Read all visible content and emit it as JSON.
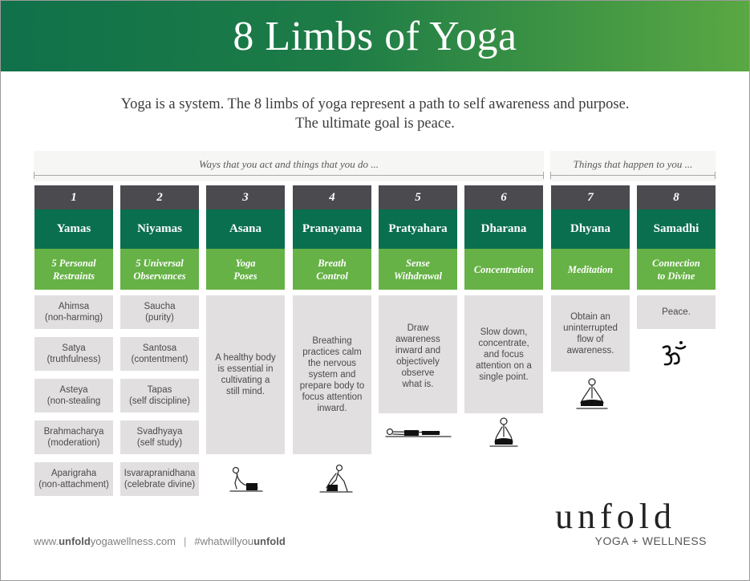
{
  "header": {
    "title": "8 Limbs of Yoga"
  },
  "intro": {
    "line1": "Yoga is a system. The 8 limbs of yoga represent a path to self awareness and purpose.",
    "line2": "The ultimate goal is peace."
  },
  "sections": {
    "act": "Ways that you act and things that you do ...",
    "happen": "Things that happen to you ..."
  },
  "limbs": [
    {
      "number": "1",
      "name": "Yamas",
      "subtitle": "5 Personal\nRestraints",
      "items": [
        "Ahimsa\n(non-harming)",
        "Satya\n(truthfulness)",
        "Asteya\n(non-stealing",
        "Brahmacharya\n(moderation)",
        "Aparigraha\n(non-attachment)"
      ]
    },
    {
      "number": "2",
      "name": "Niyamas",
      "subtitle": "5 Universal\nObservances",
      "items": [
        "Saucha\n(purity)",
        "Santosa\n(contentment)",
        "Tapas\n(self discipline)",
        "Svadhyaya\n(self study)",
        "Isvarapranidhana\n(celebrate divine)"
      ]
    },
    {
      "number": "3",
      "name": "Asana",
      "subtitle": "Yoga\nPoses",
      "description": "A healthy body\nis essential in\ncultivating a\nstill mind."
    },
    {
      "number": "4",
      "name": "Pranayama",
      "subtitle": "Breath\nControl",
      "description": "Breathing\npractices calm\nthe nervous\nsystem and\nprepare body to\nfocus attention\ninward."
    },
    {
      "number": "5",
      "name": "Pratyahara",
      "subtitle": "Sense\nWithdrawal",
      "description": "Draw\nawareness\ninward and\nobjectively\nobserve\nwhat is."
    },
    {
      "number": "6",
      "name": "Dharana",
      "subtitle": "Concentration",
      "description": "Slow down,\nconcentrate,\nand focus\nattention on a\nsingle point."
    },
    {
      "number": "7",
      "name": "Dhyana",
      "subtitle": "Meditation",
      "description": "Obtain an\nuninterrupted\nflow of\nawareness."
    },
    {
      "number": "8",
      "name": "Samadhi",
      "subtitle": "Connection\nto Divine",
      "description": "Peace."
    }
  ],
  "footer": {
    "url_prefix": "www.",
    "url_bold": "unfold",
    "url_suffix": "yogawellness.com",
    "separator": "|",
    "hashtag_prefix": "#whatwillyou",
    "hashtag_bold": "unfold"
  },
  "logo": {
    "word": "unfold",
    "tagline": "YOGA + WELLNESS"
  },
  "colors": {
    "header_start": "#10714a",
    "header_end": "#5aa843",
    "number_bg": "#4b4a4f",
    "name_bg": "#0a6f4f",
    "subtitle_bg": "#66b246",
    "cell_bg": "#e2dfe0"
  },
  "icons": [
    "cobra-pose-icon",
    "pranayama-pose-icon",
    "corpse-pose-icon",
    "seated-meditation-icon",
    "lotus-meditation-icon",
    "om-symbol-icon"
  ]
}
